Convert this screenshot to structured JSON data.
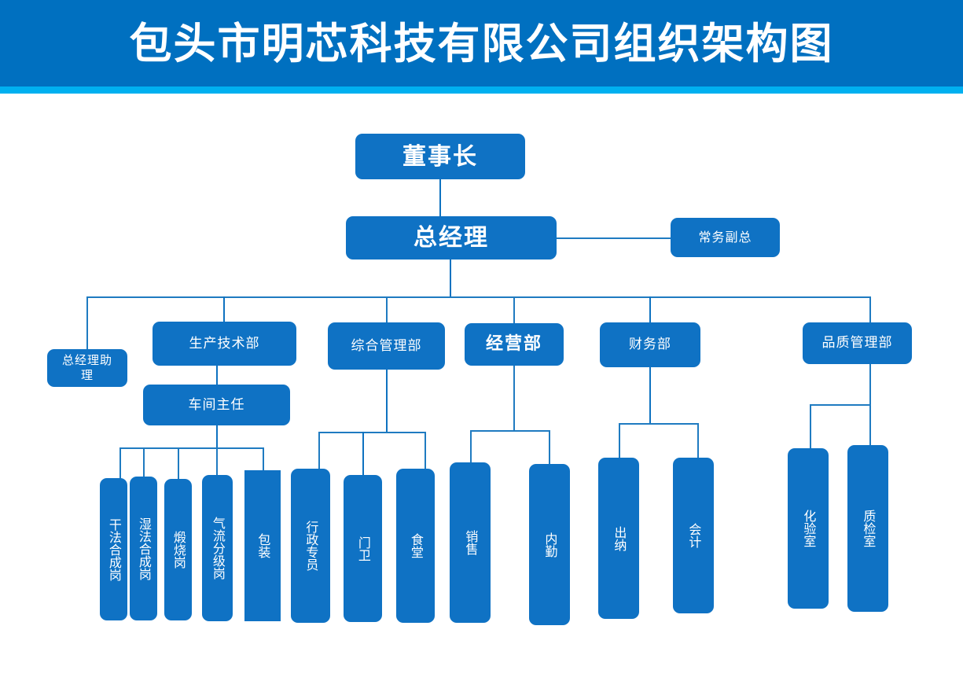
{
  "header": {
    "title": "包头市明芯科技有限公司组织架构图",
    "band_color": "#0070C0",
    "accent_color": "#00B0F0",
    "title_color": "#FFFFFF"
  },
  "theme": {
    "node_fill": "#0F72C4",
    "node_text": "#FFFFFF",
    "connector_color": "#1F7BC1",
    "page_background": "#FFFFFF"
  },
  "chart_meta": {
    "type": "org-chart",
    "levels": 4,
    "node_count": 26
  },
  "nodes": {
    "chairman": {
      "label": "董事长"
    },
    "general_manager": {
      "label": "总经理"
    },
    "deputy_gm": {
      "label": "常务副总"
    },
    "gm_assistant": {
      "label": "总经理助理"
    },
    "dept_production": {
      "label": "生产技术部"
    },
    "dept_admin": {
      "label": "综合管理部"
    },
    "dept_business": {
      "label": "经营部"
    },
    "dept_finance": {
      "label": "财务部"
    },
    "dept_quality": {
      "label": "品质管理部"
    },
    "workshop_director": {
      "label": "车间主任"
    },
    "post_dry_synthesis": {
      "label": "干法合成岗"
    },
    "post_wet_synthesis": {
      "label": "湿法合成岗"
    },
    "post_calcination": {
      "label": "煅烧岗"
    },
    "post_airflow_grading": {
      "label": "气流分级岗"
    },
    "post_packaging": {
      "label": "包装"
    },
    "post_admin_specialist": {
      "label": "行政专员"
    },
    "post_gatekeeper": {
      "label": "门卫"
    },
    "post_canteen": {
      "label": "食堂"
    },
    "post_sales": {
      "label": "销售"
    },
    "post_inside_sales": {
      "label": "内勤"
    },
    "post_cashier": {
      "label": "出纳"
    },
    "post_accountant": {
      "label": "会计"
    },
    "post_lab": {
      "label": "化验室"
    },
    "post_qc_room": {
      "label": "质检室"
    }
  }
}
